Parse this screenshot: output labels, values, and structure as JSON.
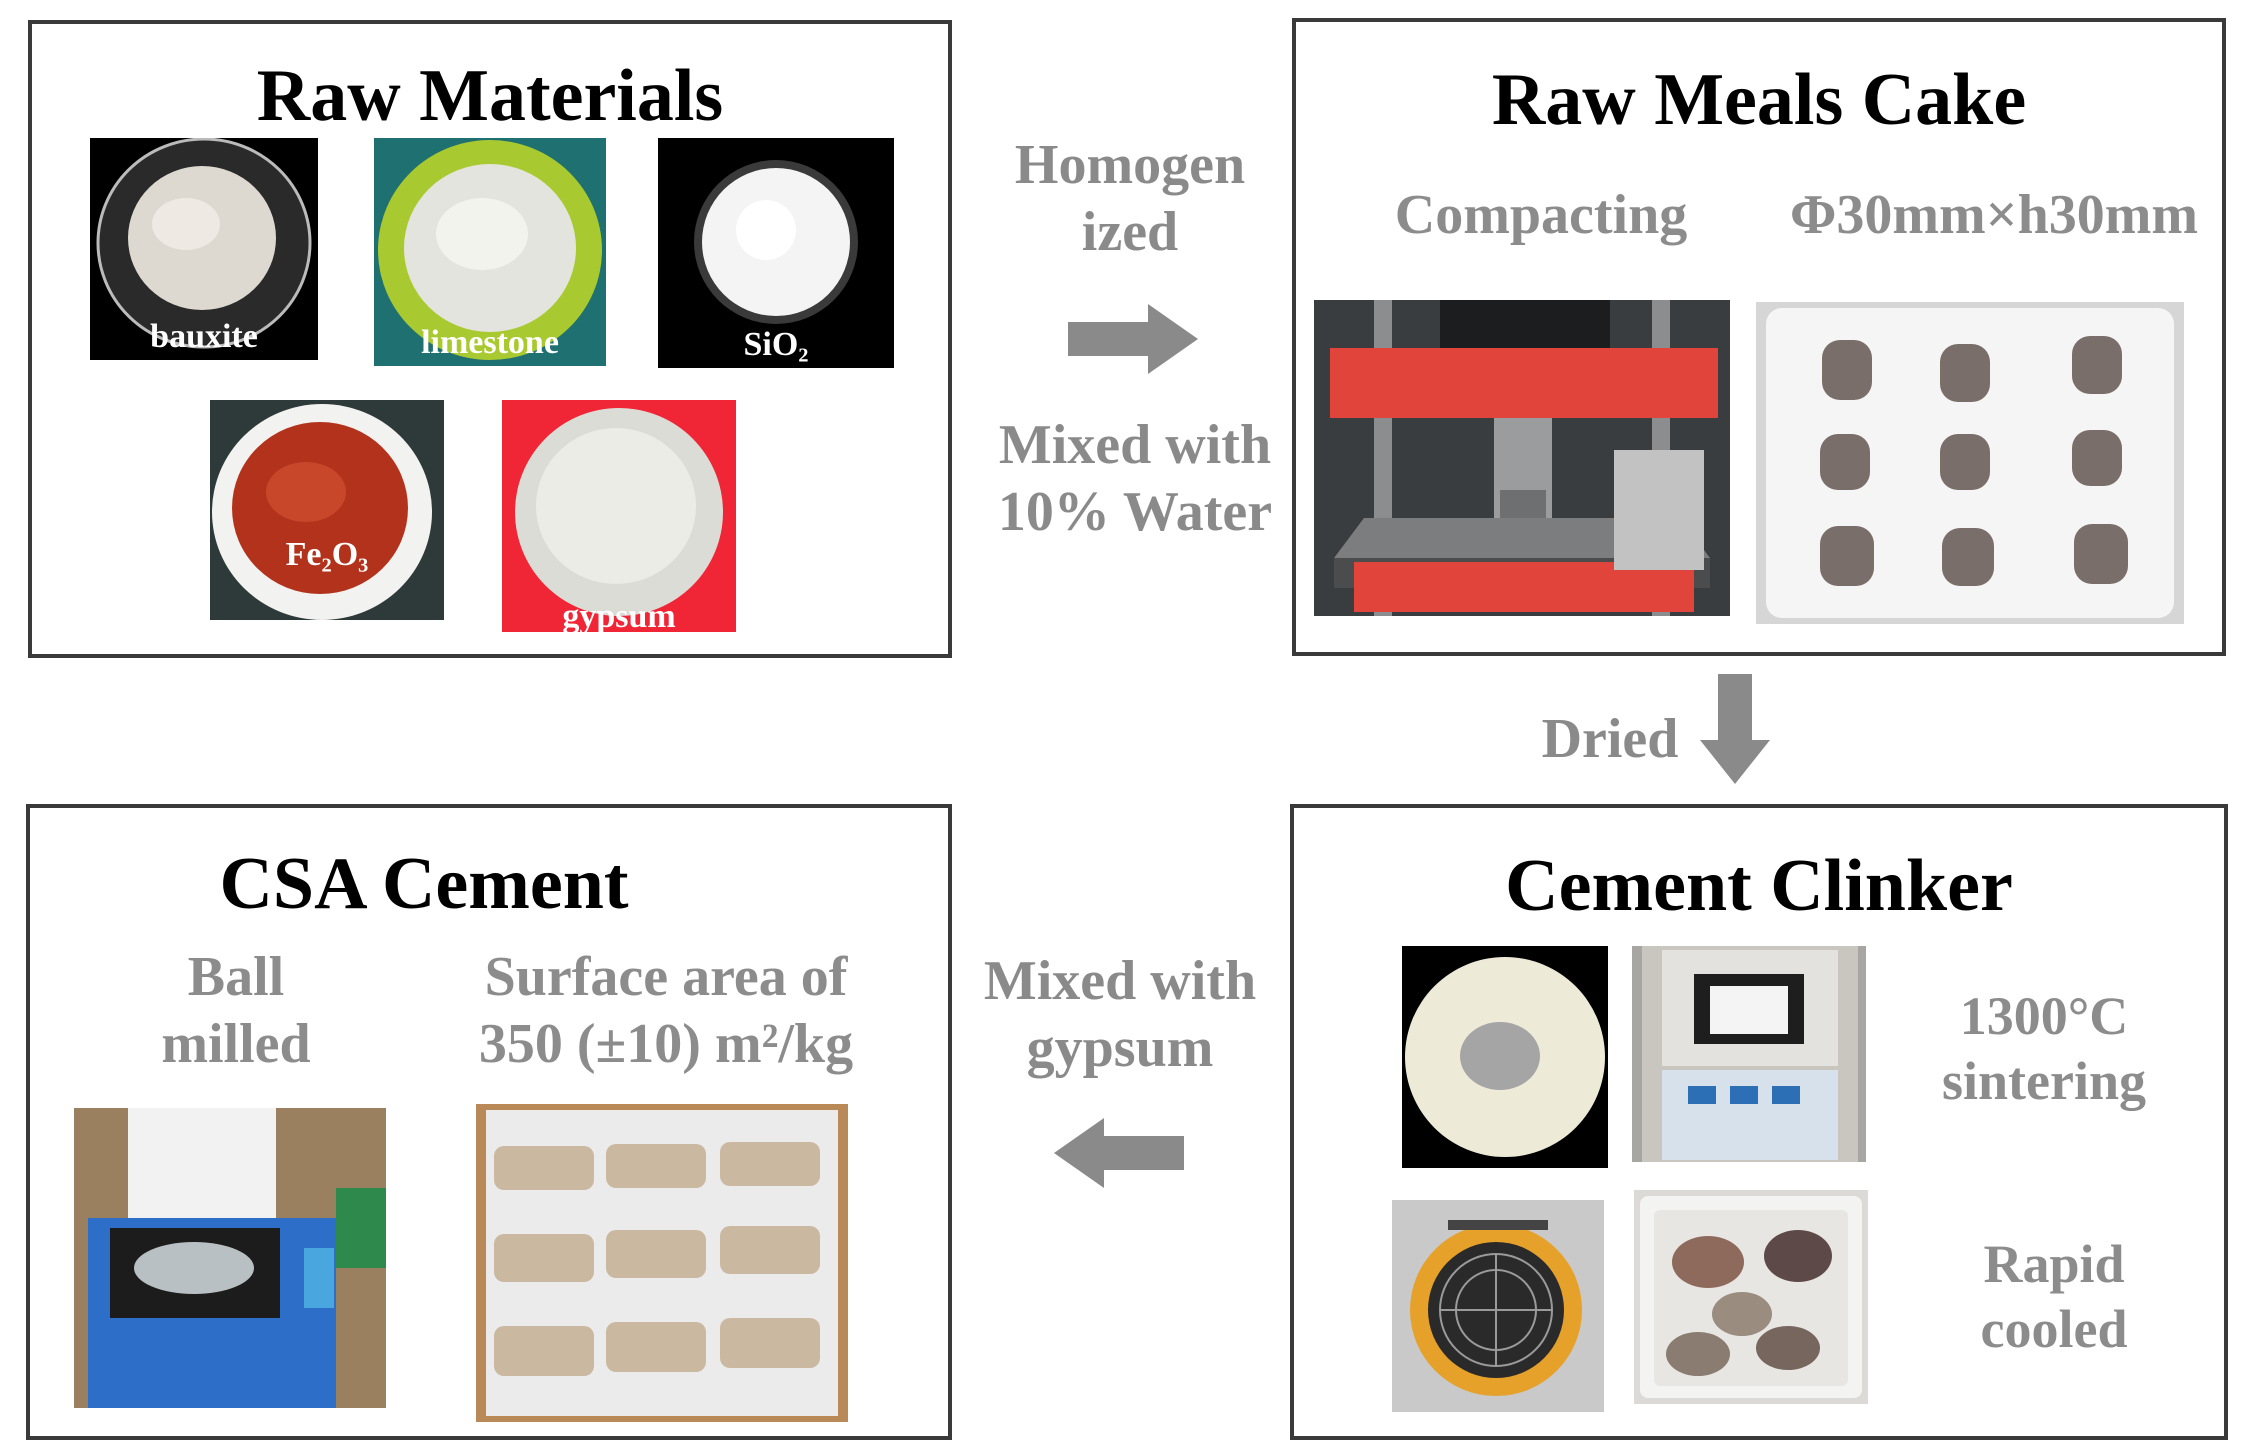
{
  "raw_materials": {
    "title": "Raw Materials",
    "items": [
      {
        "label": "bauxite"
      },
      {
        "label": "limestone"
      },
      {
        "label": "SiO₂"
      },
      {
        "label": "Fe₂O₃"
      },
      {
        "label": "gypsum"
      }
    ]
  },
  "step_1": {
    "top": "Homogen\nized",
    "bottom": "Mixed with\n10% Water"
  },
  "raw_meals_cake": {
    "title": "Raw Meals Cake",
    "caption_left": "Compacting",
    "caption_right": "Φ30mm×h30mm"
  },
  "step_2": {
    "label": "Dried"
  },
  "cement_clinker": {
    "title": "Cement Clinker",
    "caption_sintering": "1300°C\nsintering",
    "caption_cooling": "Rapid\ncooled"
  },
  "step_3": {
    "label": "Mixed with\ngypsum"
  },
  "csa_cement": {
    "title": "CSA Cement",
    "caption_left": "Ball\nmilled",
    "caption_right": "Surface area of\n350 (±10) m²/kg"
  },
  "colors": {
    "arrow": "#8a8a8a",
    "border": "#3a3a3a",
    "caption": "#8c8c8c",
    "press_red": "#e0443a",
    "gypsum_red": "#f02535"
  }
}
